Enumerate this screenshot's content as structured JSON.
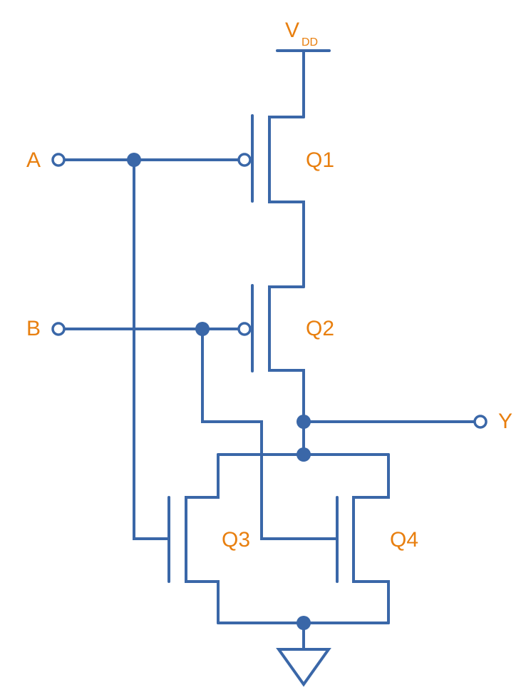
{
  "title": "CMOS NOR gate",
  "colors": {
    "wire": "#3a67a8",
    "label": "#e87f0f"
  },
  "supply": {
    "main": "V",
    "sub": "DD"
  },
  "inputs": [
    "A",
    "B"
  ],
  "output": "Y",
  "transistors": [
    {
      "label": "Q1",
      "type": "PMOS",
      "gate": "A"
    },
    {
      "label": "Q2",
      "type": "PMOS",
      "gate": "B"
    },
    {
      "label": "Q3",
      "type": "NMOS",
      "gate": "A"
    },
    {
      "label": "Q4",
      "type": "NMOS",
      "gate": "B"
    }
  ]
}
